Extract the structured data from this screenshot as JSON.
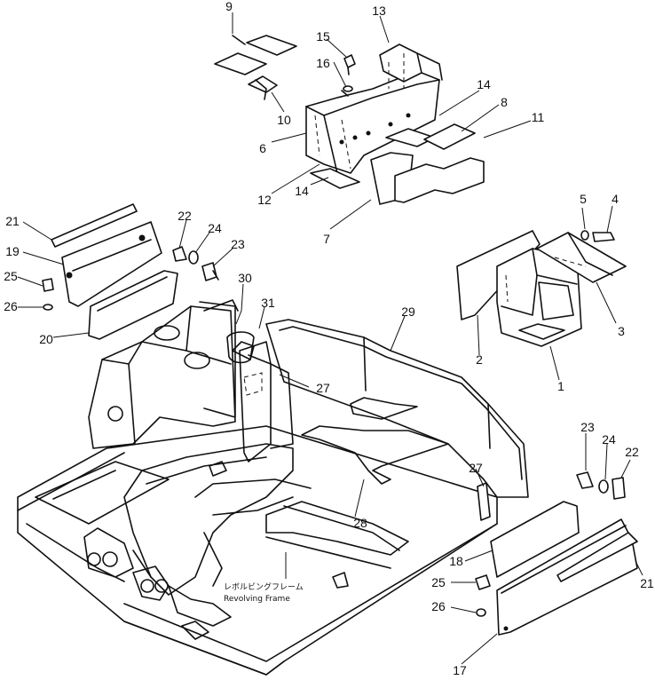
{
  "callouts": [
    "1",
    "2",
    "3",
    "4",
    "5",
    "6",
    "7",
    "8",
    "9",
    "10",
    "11",
    "12",
    "13",
    "14",
    "14",
    "15",
    "16",
    "17",
    "18",
    "19",
    "20",
    "21",
    "21",
    "22",
    "22",
    "23",
    "23",
    "24",
    "24",
    "25",
    "25",
    "26",
    "26",
    "27",
    "27",
    "28",
    "29",
    "30",
    "31"
  ],
  "frame_label": {
    "japanese": "レボルビングフレーム",
    "english": "Revolving  Frame"
  }
}
